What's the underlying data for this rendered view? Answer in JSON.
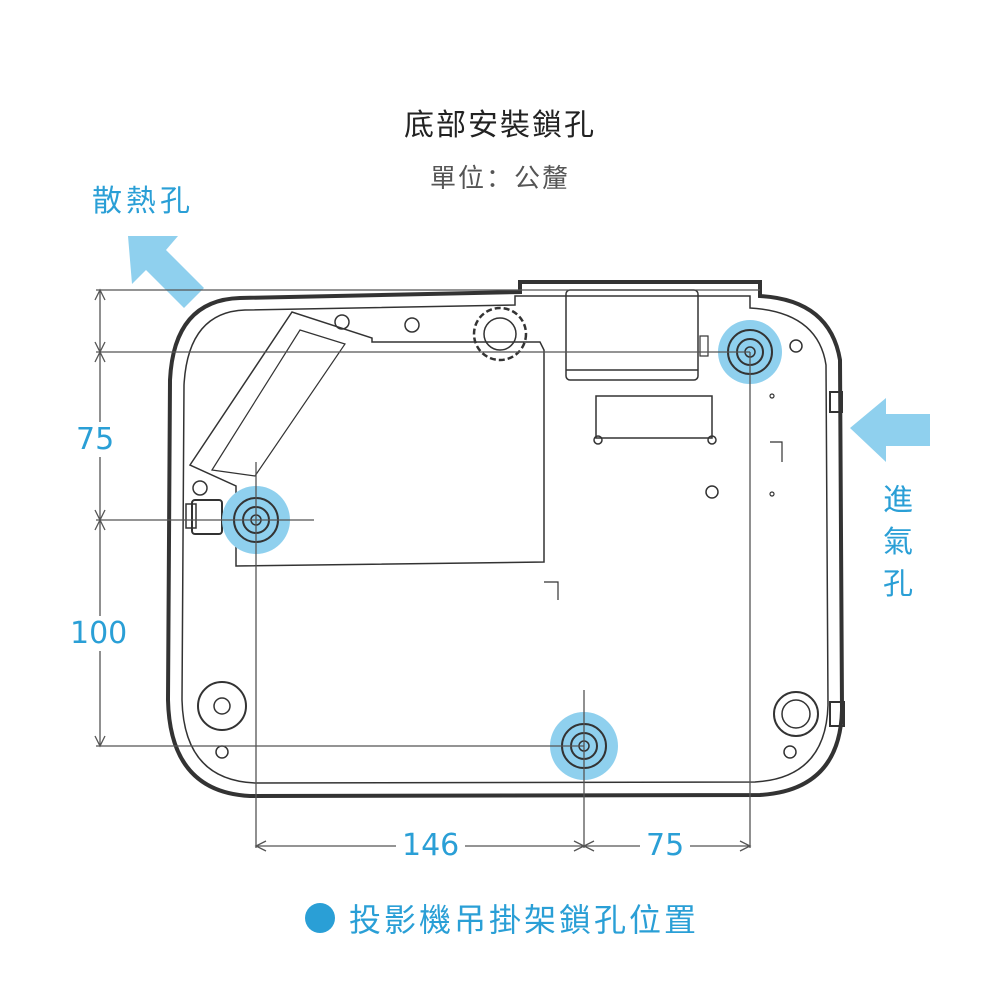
{
  "title": "底部安裝鎖孔",
  "subtitle": "單位：公釐",
  "labels": {
    "exhaust": "散熱孔",
    "intake": "進氣孔"
  },
  "dimensions": {
    "vertical_top": "75",
    "vertical_bottom": "100",
    "horizontal_left": "146",
    "horizontal_right": "75"
  },
  "legend": {
    "text": "投影機吊掛架鎖孔位置"
  },
  "colors": {
    "accent": "#2a9fd6",
    "highlight": "#8fd0ee",
    "line": "#333333"
  },
  "icons": {
    "exhaust_arrow": "arrow-up-left-icon",
    "intake_arrow": "arrow-left-icon",
    "legend_marker": "dot-icon"
  }
}
